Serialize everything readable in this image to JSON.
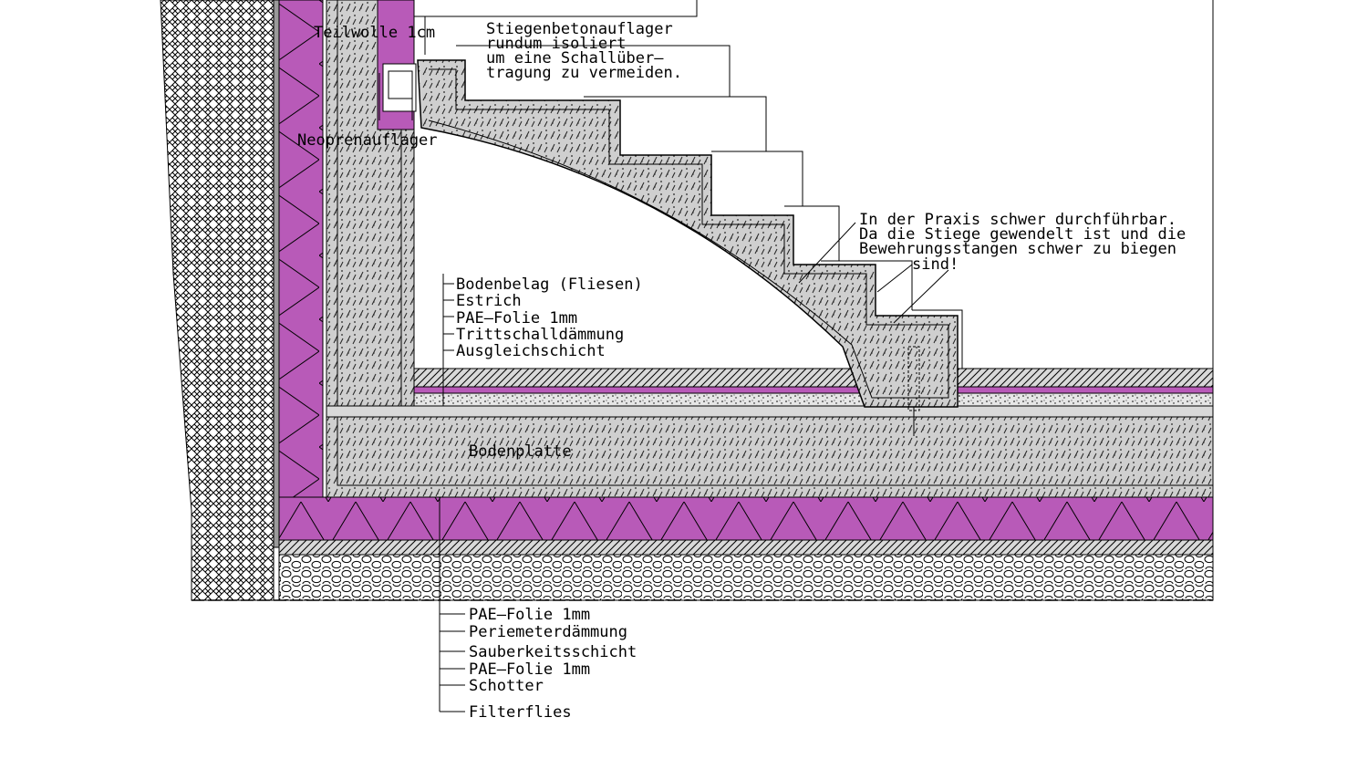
{
  "colors": {
    "insulation": "#b85ab8",
    "background": "#ffffff",
    "line": "#000000",
    "concrete_fill": "#c8c8c8"
  },
  "labels": {
    "teilwolle": "Teilwolle  1cm",
    "stiegen_1": "Stiegenbetonauflager",
    "stiegen_2": "rundum  isoliert",
    "stiegen_3": "um  eine  Schallüber—",
    "stiegen_4": "tragung  zu  vermeiden.",
    "neoprene": "Neoprenauflager",
    "praxis_1": "In  der  Praxis  schwer  durchführbar.",
    "praxis_2": "Da  die  Stiege  gewendelt  ist  und  die",
    "praxis_3": "Bewehrungsstangen  schwer  zu  biegen",
    "praxis_4": "sind!",
    "bodenplatte": "Bodenplatte",
    "upper_layers": [
      "Bodenbelag  (Fliesen)",
      "Estrich",
      "PAE—Folie  1mm",
      "Trittschalldämmung",
      "Ausgleichschicht"
    ],
    "lower_layers": [
      "PAE—Folie  1mm",
      "Periemeterdämmung",
      "Sauberkeitsschicht",
      "PAE—Folie  1mm",
      "Schotter",
      "Filterflies"
    ]
  }
}
